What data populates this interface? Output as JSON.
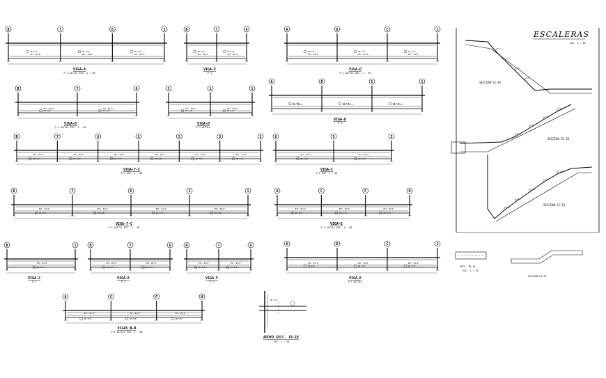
{
  "beams": [
    {
      "title": "VIGA-A",
      "subtitle": "P-1   ALTILL    ESC. 1 : 50",
      "axes": [
        "B",
        "7",
        "6",
        "3"
      ]
    },
    {
      "title": "VIGA-E",
      "subtitle": "P-1",
      "axes": [
        "B",
        "7",
        "6"
      ]
    },
    {
      "title": "VIGA-D",
      "subtitle": "P-1   ALTILL    ESC. 1 : 50",
      "axes": [
        "A",
        "D",
        "C",
        "1"
      ]
    },
    {
      "title": "VIGA-B",
      "subtitle": "P-1   ALTILL    ESC. 1 : 50",
      "axes": [
        "B",
        "7",
        "6"
      ]
    },
    {
      "title": "VIGA-D",
      "subtitle": "P-1   ALTILL",
      "axes": [
        "3",
        "1",
        "1"
      ]
    },
    {
      "title": "VIGA-D",
      "subtitle": "P-1",
      "axes": [
        "A",
        "D",
        "C",
        "1"
      ]
    },
    {
      "title": "VIGA-7-C",
      "subtitle": "P-1   ESC. 1 : 50",
      "axes": [
        "B",
        "7",
        "6",
        "3",
        "5",
        "3",
        "2"
      ]
    },
    {
      "title": "VIGA-C",
      "subtitle": "P-1   ESC. 1 : 50",
      "axes": [
        "6",
        "5",
        "3"
      ]
    },
    {
      "title": "VIGA-7-C",
      "subtitle": "P-1   ALTILL    ESC. 1 : 50",
      "axes": [
        "B",
        "7",
        "6",
        "3",
        "1"
      ]
    },
    {
      "title": "VIGA-E",
      "subtitle": "P-1   ALTILL    ESC. 1 : 50",
      "axes": [
        "A",
        "C",
        "F",
        "H"
      ]
    },
    {
      "title": "VIGA-2",
      "subtitle": "P-1",
      "axes": [
        "B",
        "1"
      ]
    },
    {
      "title": "VIGA-E",
      "subtitle": "P-1",
      "axes": [
        "B",
        "7",
        "6"
      ]
    },
    {
      "title": "VIGA-F",
      "subtitle": "P-1",
      "axes": [
        "B",
        "7",
        "6"
      ]
    },
    {
      "title": "VIGA-E",
      "subtitle": "P-1   ALTILL",
      "axes": [
        "A",
        "D",
        "C",
        "1"
      ]
    },
    {
      "title": "VIGAS B-B",
      "subtitle": "P-1   ALTILL    ESC. 1 : 50",
      "axes": [
        "A",
        "C",
        "F",
        "H"
      ]
    }
  ],
  "detail": {
    "title": "APOYO SECC. 1E-1E",
    "subtitle": "ESC. 1 : 10"
  },
  "stairs": {
    "title": "ESCALERAS",
    "scale": "ESC. 1 : 50",
    "sections": [
      "SECCION E2-E2",
      "SECCION E3-E3",
      "SECCION E1-E1"
    ],
    "small_sections": [
      {
        "title": "SECC. 1B-1B",
        "subtitle": "ESC. 1 : 10"
      },
      {
        "title": "SECCION E4-E4",
        "subtitle": ""
      }
    ]
  },
  "labels": {
    "level": "N.T.",
    "rebar": "2Ø 3/8\"",
    "stirrup": "EST. Ø1/4\""
  }
}
